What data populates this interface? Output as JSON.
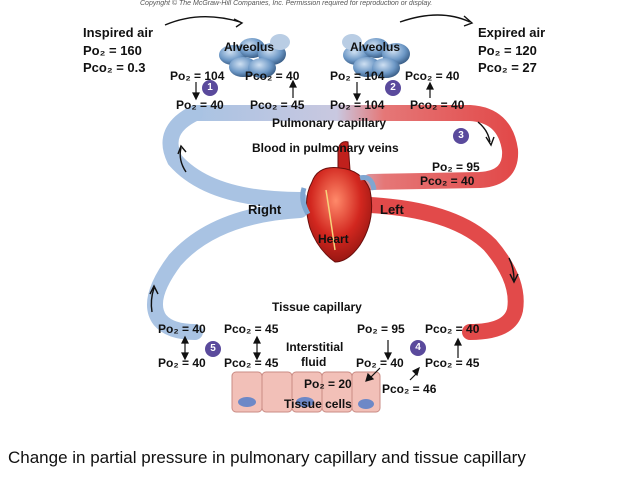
{
  "copyright": "Copyright © The McGraw-Hill Companies, Inc. Permission required for reproduction or display.",
  "inspired": {
    "title": "Inspired air",
    "po2": "Po₂ = 160",
    "pco2": "Pco₂ = 0.3"
  },
  "expired": {
    "title": "Expired air",
    "po2": "Po₂ = 120",
    "pco2": "Pco₂ = 27"
  },
  "alveolus_left": {
    "label": "Alveolus",
    "po2": "Po₂ = 104",
    "pco2": "Pco₂ = 40"
  },
  "alveolus_right": {
    "label": "Alveolus",
    "po2": "Po₂ = 104",
    "pco2": "Pco₂ = 40"
  },
  "pulm_left": {
    "po2": "Po₂ = 40",
    "pco2": "Pco₂ = 45"
  },
  "pulm_right": {
    "po2": "Po₂ = 104",
    "pco2": "Pco₂ = 40"
  },
  "pulmonary_capillary": "Pulmonary capillary",
  "pulmonary_veins": "Blood in pulmonary veins",
  "veins_values": {
    "po2": "Po₂ = 95",
    "pco2": "Pco₂ = 40"
  },
  "right": "Right",
  "left": "Left",
  "heart": "Heart",
  "tissue_capillary": "Tissue capillary",
  "tissue_left": {
    "po2": "Po₂ = 40",
    "pco2": "Pco₂ = 45"
  },
  "tissue_right": {
    "po2": "Po₂ = 95",
    "pco2": "Pco₂ = 40"
  },
  "interstitial": {
    "line1": "Interstitial",
    "line2": "fluid"
  },
  "interstitial_left": {
    "po2": "Po₂ = 40",
    "pco2": "Pco₂ = 45"
  },
  "interstitial_right": {
    "po2": "Po₂ = 40",
    "pco2": "Pco₂ = 45"
  },
  "cells": {
    "po2": "Po₂ = 20",
    "pco2": "Pco₂ = 46",
    "label": "Tissue cells"
  },
  "steps": [
    "1",
    "2",
    "3",
    "4",
    "5"
  ],
  "caption": "Change in partial pressure in pulmonary capillary and tissue capillary",
  "colors": {
    "deoxygenated": "#a9c3e3",
    "oxygenated": "#e24a4a",
    "alveolus": "#5a86b8",
    "heart": "#c0201c",
    "cells": "#f2c0b8",
    "step": "#5a4a9c"
  }
}
